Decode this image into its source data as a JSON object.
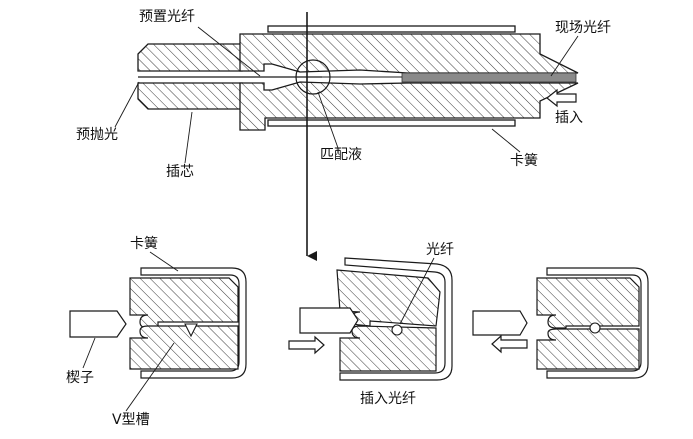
{
  "labels": {
    "preset_fiber": "预置光纤",
    "field_fiber": "现场光纤",
    "prepolished": "预抛光",
    "ferrule": "插芯",
    "index_matching_gel": "匹配液",
    "clamp_spring_top": "卡簧",
    "insert_top": "插入",
    "clamp_spring_bottom": "卡簧",
    "fiber_bottom": "光纤",
    "wedge": "楔子",
    "v_groove": "V型槽",
    "insert_fiber": "插入光纤"
  },
  "colors": {
    "stroke": "#1a1a1a",
    "hatch": "#444444",
    "fiber": "#8a8a8a",
    "background": "#ffffff"
  }
}
